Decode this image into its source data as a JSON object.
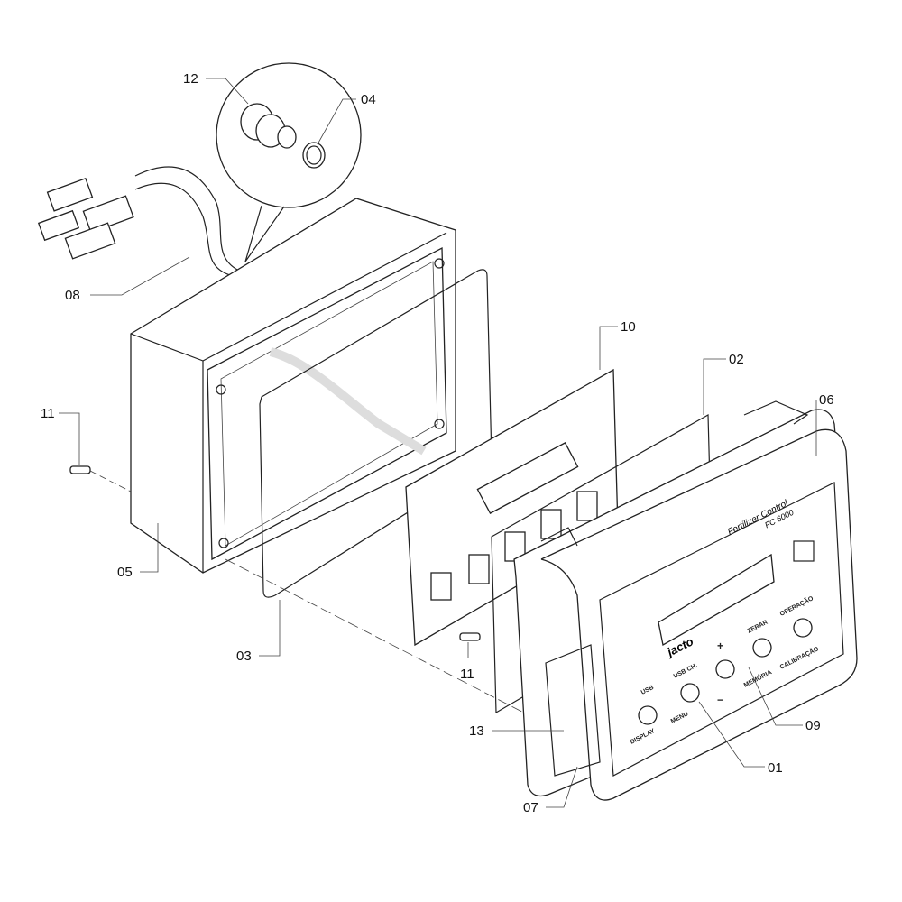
{
  "diagram": {
    "type": "exploded-parts-view",
    "callouts": [
      "12",
      "04",
      "08",
      "10",
      "02",
      "06",
      "11",
      "05",
      "03",
      "11",
      "13",
      "09",
      "01",
      "07"
    ]
  },
  "panel": {
    "logo": "jacto",
    "product_name": "Fertilizer Control",
    "model": "FC 6000",
    "buttons": {
      "usb": "USB",
      "usb_ch": "USB CH.",
      "plus": "+",
      "minus": "−",
      "zerar": "ZERAR",
      "operacao": "OPERAÇÃO",
      "display": "DISPLAY",
      "menu": "MENU",
      "memoria": "MEMÓRIA",
      "calibracao": "CALIBRAÇÃO"
    }
  }
}
